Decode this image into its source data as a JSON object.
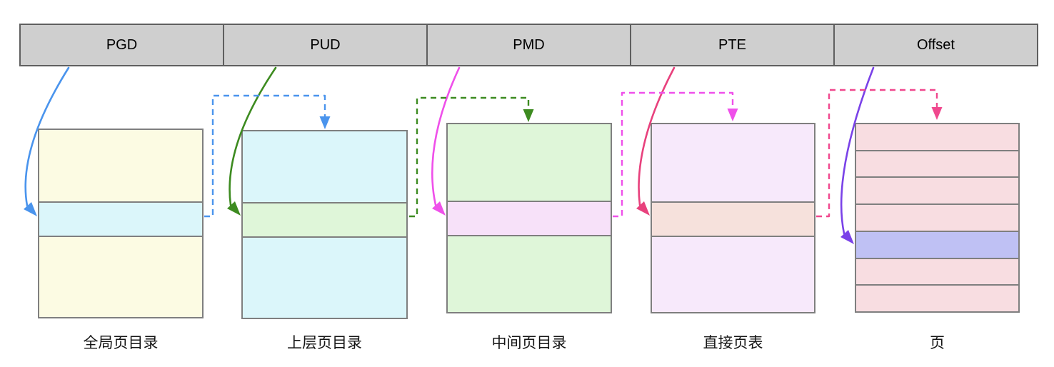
{
  "header": {
    "fields": [
      {
        "label": "PGD"
      },
      {
        "label": "PUD"
      },
      {
        "label": "PMD"
      },
      {
        "label": "PTE"
      },
      {
        "label": "Offset"
      }
    ]
  },
  "tables": [
    {
      "label": "全局页目录",
      "fill": "#fcfbe3",
      "highlight_fill": "#dbf6fa"
    },
    {
      "label": "上层页目录",
      "fill": "#dbf6fa",
      "highlight_fill": "#dff6d9"
    },
    {
      "label": "中间页目录",
      "fill": "#dff6d9",
      "highlight_fill": "#f7e1f9"
    },
    {
      "label": "直接页表",
      "fill": "#f7e9fb",
      "highlight_fill": "#f6e1dc"
    },
    {
      "label": "页",
      "fill": "#f8dde1",
      "highlight_fill": "#bfc1f4",
      "rows": 7,
      "highlight_row": 5
    }
  ],
  "colors": {
    "header_fill": "#cfcfcf",
    "header_border": "#5f5f5f",
    "box_border": "#7f7f7f"
  },
  "arrows": {
    "solid": [
      {
        "name": "pgd-arrow",
        "color": "#4a94ed"
      },
      {
        "name": "pud-arrow",
        "color": "#3d8b20"
      },
      {
        "name": "pmd-arrow",
        "color": "#ef50ea"
      },
      {
        "name": "pte-arrow",
        "color": "#e8417d"
      },
      {
        "name": "offset-arrow",
        "color": "#7a42e8"
      }
    ],
    "dashed": [
      {
        "name": "pgd-entry-to-pud-table",
        "color": "#4a94ed"
      },
      {
        "name": "pud-entry-to-pmd-table",
        "color": "#3d8b20"
      },
      {
        "name": "pmd-entry-to-pte-table",
        "color": "#ef50ea"
      },
      {
        "name": "pte-entry-to-page",
        "color": "#f0488e"
      }
    ]
  }
}
